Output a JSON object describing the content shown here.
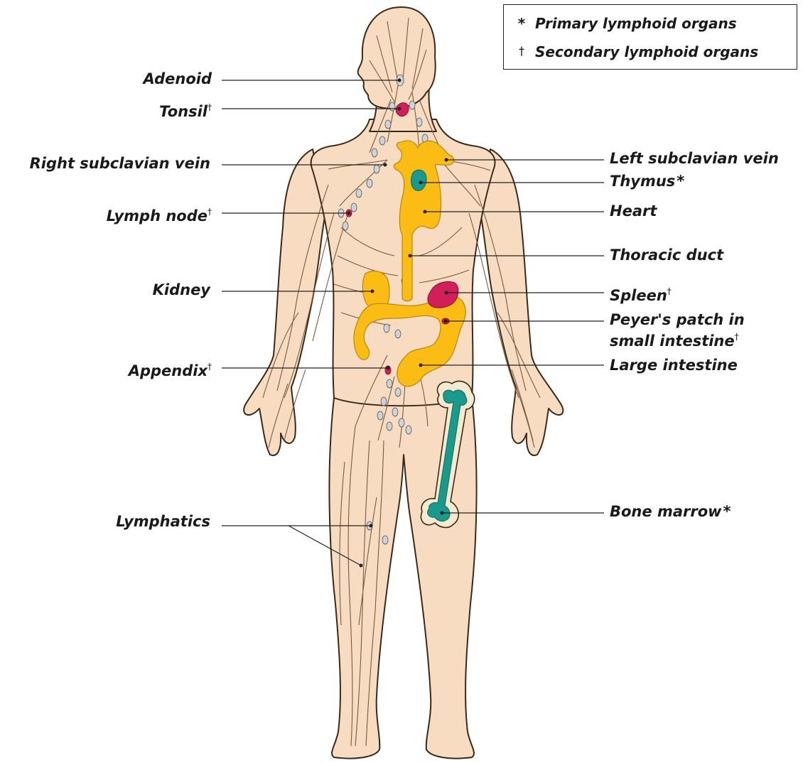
{
  "legend": {
    "primary": {
      "symbol": "*",
      "text": "Primary lymphoid organs"
    },
    "secondary": {
      "symbol": "†",
      "text": "Secondary lymphoid organs"
    }
  },
  "labels": {
    "adenoid": "Adenoid",
    "tonsil": "Tonsil",
    "right_subclavian_vein": "Right subclavian vein",
    "lymph_node": "Lymph node",
    "kidney": "Kidney",
    "appendix": "Appendix",
    "lymphatics": "Lymphatics",
    "left_subclavian_vein": "Left subclavian vein",
    "thymus": "Thymus",
    "heart": "Heart",
    "thoracic_duct": "Thoracic duct",
    "spleen": "Spleen",
    "peyers_patch_line1": "Peyer's patch in",
    "peyers_patch_line2": "small intestine",
    "large_intestine": "Large intestine",
    "bone_marrow": "Bone marrow"
  },
  "marks": {
    "primary": "*",
    "secondary": "†"
  },
  "colors": {
    "skin": "#f8dcc2",
    "outline": "#3a2a1a",
    "vessel": "#7a5a3c",
    "node": "#cdd3d6",
    "primary_organ": "#1a9a8c",
    "secondary_organ": "#d21f5a",
    "circulatory_organ": "#fbbd14"
  }
}
